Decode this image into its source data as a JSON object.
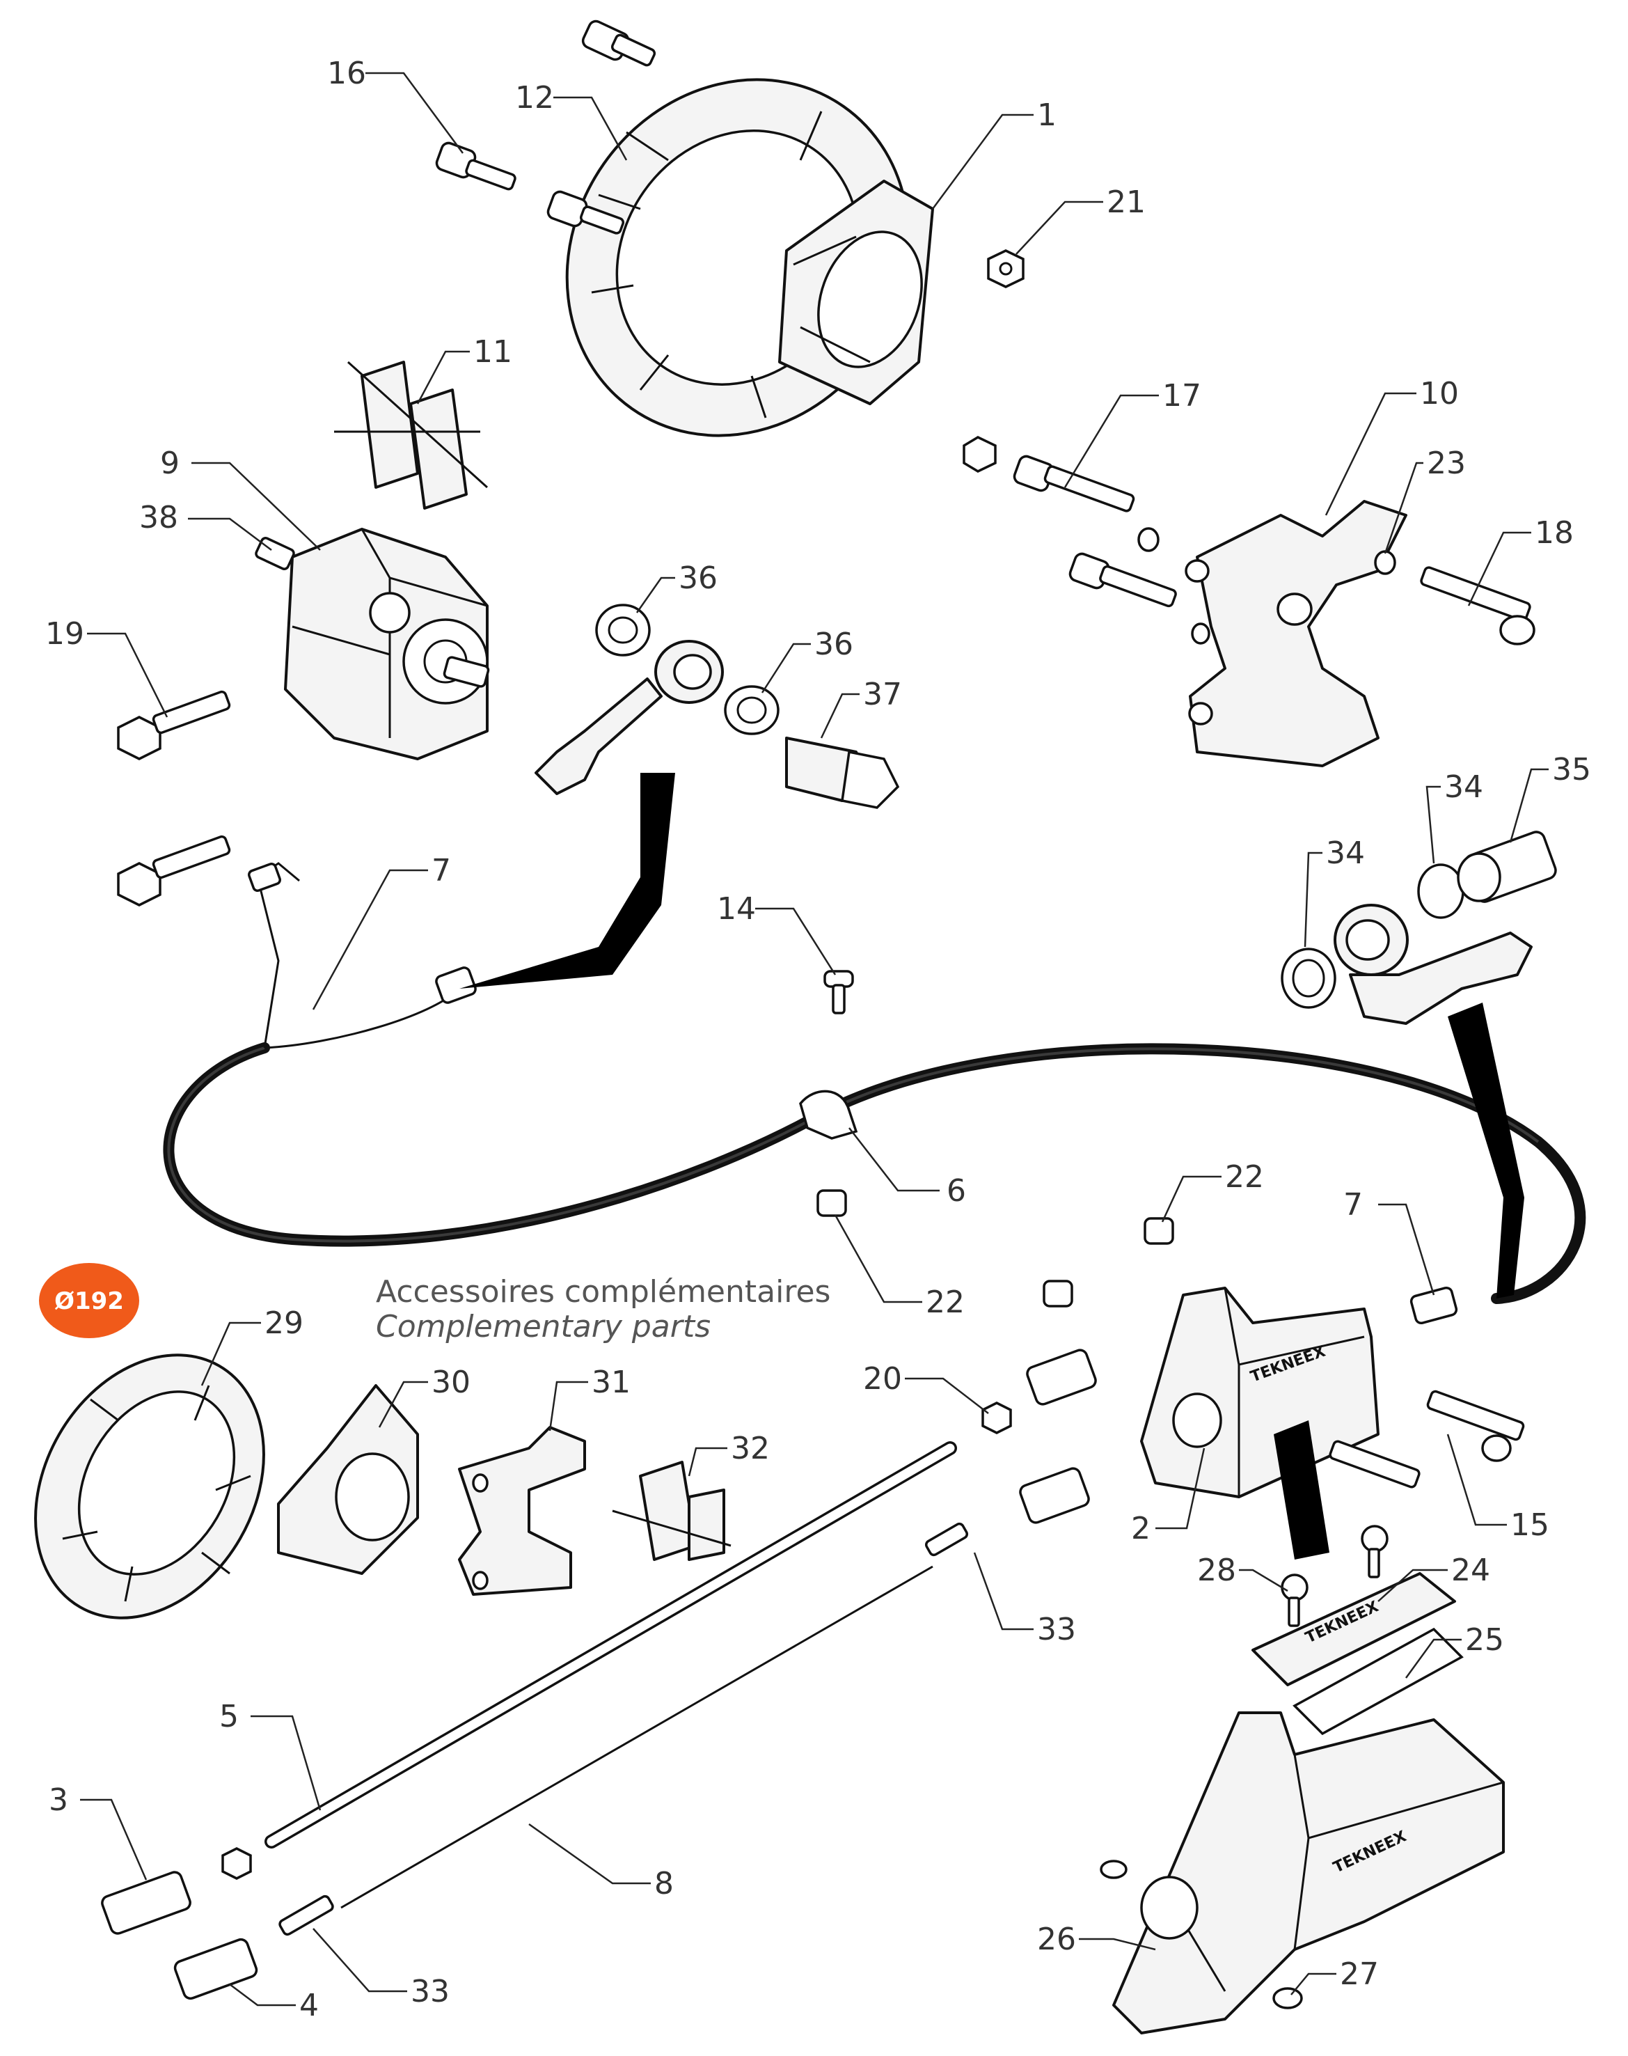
{
  "section": {
    "title_fr": "Accessoires complémentaires",
    "title_en": "Complementary parts"
  },
  "badge": {
    "label": "Ø192",
    "color": "#f05a1a"
  },
  "brand_mark": "TEKNEEX",
  "callouts": {
    "c1": "1",
    "c2": "2",
    "c3": "3",
    "c4": "4",
    "c5": "5",
    "c6": "6",
    "c7a": "7",
    "c7b": "7",
    "c8": "8",
    "c9": "9",
    "c10": "10",
    "c11": "11",
    "c12": "12",
    "c14": "14",
    "c15": "15",
    "c16": "16",
    "c17": "17",
    "c18": "18",
    "c19": "19",
    "c20": "20",
    "c21": "21",
    "c22a": "22",
    "c22b": "22",
    "c23": "23",
    "c24": "24",
    "c25": "25",
    "c26": "26",
    "c27": "27",
    "c28": "28",
    "c29": "29",
    "c30": "30",
    "c31": "31",
    "c32": "32",
    "c33a": "33",
    "c33b": "33",
    "c34a": "34",
    "c34b": "34",
    "c35": "35",
    "c36a": "36",
    "c36b": "36",
    "c37": "37",
    "c38": "38"
  }
}
